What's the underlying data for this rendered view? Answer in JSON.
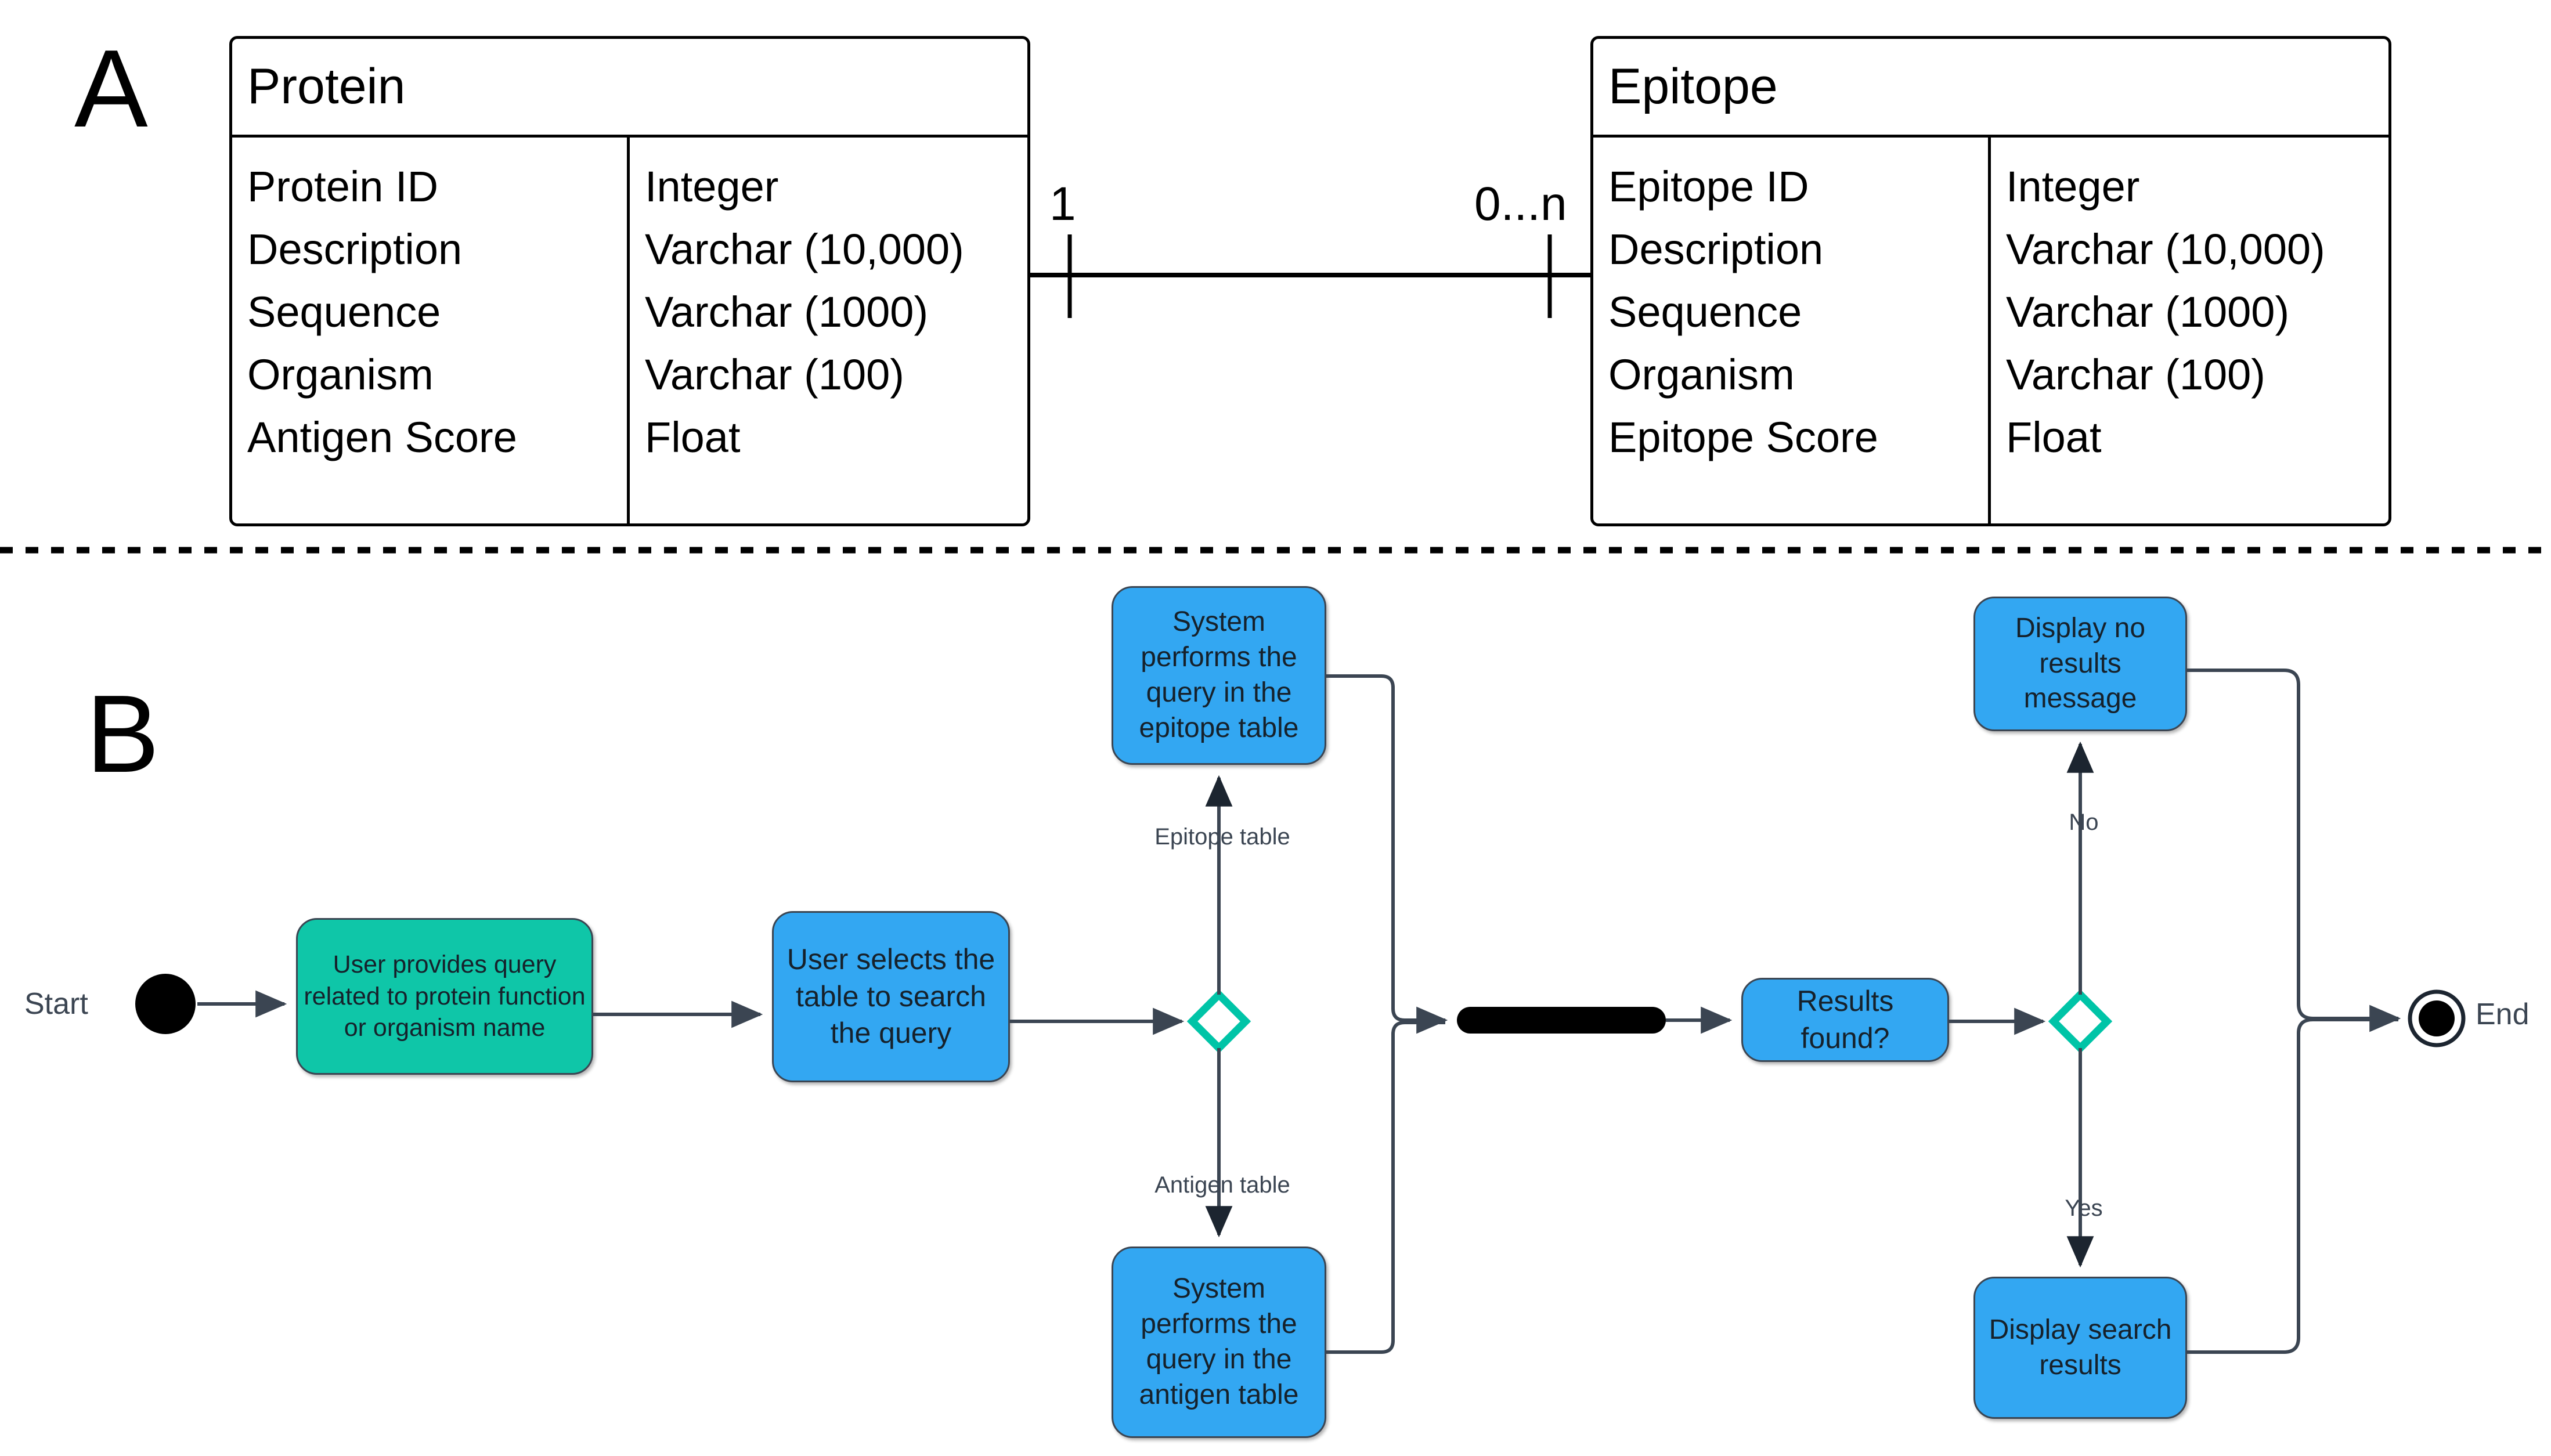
{
  "panels": {
    "a_label": "A",
    "b_label": "B"
  },
  "er_diagram": {
    "entities": [
      {
        "name": "Protein",
        "attributes": [
          {
            "field": "Protein ID",
            "type": "Integer"
          },
          {
            "field": "Description",
            "type": "Varchar (10,000)"
          },
          {
            "field": "Sequence",
            "type": "Varchar (1000)"
          },
          {
            "field": "Organism",
            "type": "Varchar (100)"
          },
          {
            "field": "Antigen Score",
            "type": "Float"
          }
        ]
      },
      {
        "name": "Epitope",
        "attributes": [
          {
            "field": "Epitope ID",
            "type": "Integer"
          },
          {
            "field": "Description",
            "type": "Varchar (10,000)"
          },
          {
            "field": "Sequence",
            "type": "Varchar (1000)"
          },
          {
            "field": "Organism",
            "type": "Varchar (100)"
          },
          {
            "field": "Epitope Score",
            "type": "Float"
          }
        ]
      }
    ],
    "relationship": {
      "left_cardinality": "1",
      "right_cardinality": "0...n"
    }
  },
  "flowchart": {
    "start_label": "Start",
    "end_label": "End",
    "nodes": [
      {
        "id": "provide-query",
        "text": "User provides query related to protein function or organism name",
        "color": "#0fc6a8"
      },
      {
        "id": "select-table",
        "text": "User selects the table to search the query",
        "color": "#33a7f2"
      },
      {
        "id": "query-epitope",
        "text": "System performs the query in the epitope table",
        "color": "#33a7f2"
      },
      {
        "id": "query-antigen",
        "text": "System performs the query in the antigen table",
        "color": "#33a7f2"
      },
      {
        "id": "results-found",
        "text": "Results found?",
        "color": "#33a7f2"
      },
      {
        "id": "no-results-msg",
        "text": "Display no results message",
        "color": "#33a7f2"
      },
      {
        "id": "search-results",
        "text": "Display search results",
        "color": "#33a7f2"
      }
    ],
    "edge_labels": {
      "epitope_branch": "Epitope table",
      "antigen_branch": "Antigen table",
      "no_branch": "No",
      "yes_branch": "Yes"
    }
  },
  "colors": {
    "blue_node": "#33a7f2",
    "green_node": "#0fc6a8",
    "decision_outline": "#00c4a7",
    "edge_stroke": "#3b4552",
    "black": "#000000"
  }
}
